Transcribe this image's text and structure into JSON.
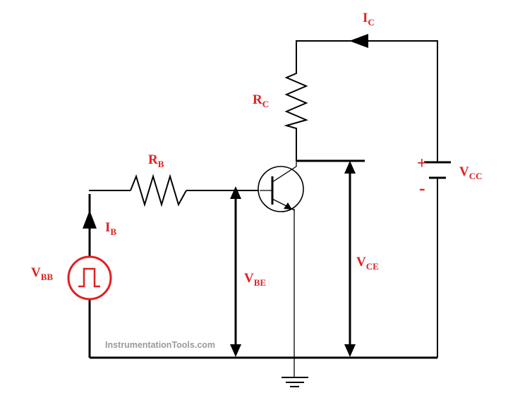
{
  "colors": {
    "label": "#e02020",
    "wire": "#000000",
    "source": "#e02020",
    "watermark": "#9a9a9a"
  },
  "labels": {
    "ic": {
      "main": "I",
      "sub": "C"
    },
    "rc": {
      "main": "R",
      "sub": "C"
    },
    "rb": {
      "main": "R",
      "sub": "B"
    },
    "ib": {
      "main": "I",
      "sub": "B"
    },
    "vbb": {
      "main": "V",
      "sub": "BB"
    },
    "vbe": {
      "main": "V",
      "sub": "BE"
    },
    "vce": {
      "main": "V",
      "sub": "CE"
    },
    "vcc": {
      "main": "V",
      "sub": "CC"
    }
  },
  "battery": {
    "plus": "+",
    "minus": "-"
  },
  "watermark": "InstrumentationTools.com"
}
